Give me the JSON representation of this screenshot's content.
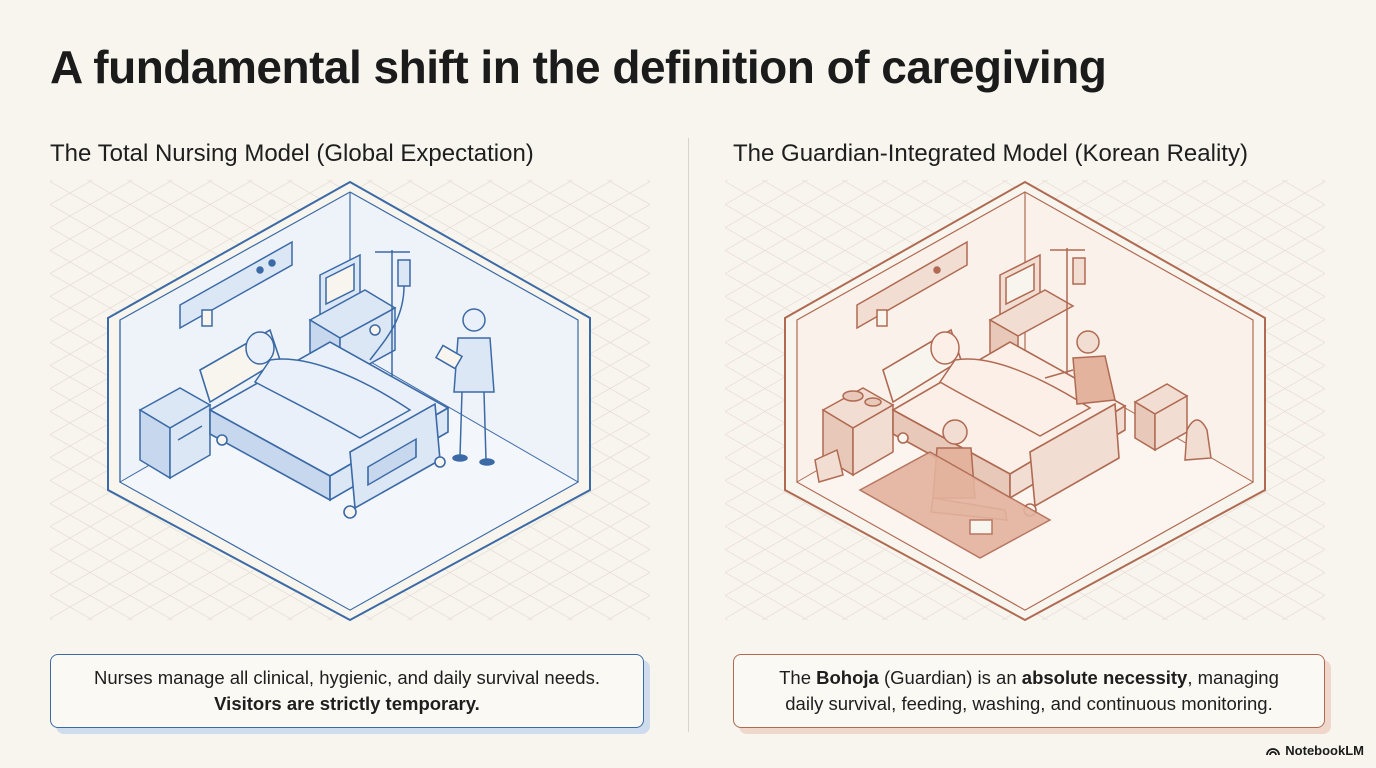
{
  "title": "A fundamental shift in the definition of caregiving",
  "left": {
    "heading": "The Total Nursing Model (Global Expectation)",
    "caption_line1": "Nurses manage all clinical, hygienic, and daily survival needs.",
    "caption_line2": "Visitors are strictly temporary."
  },
  "right": {
    "heading": "The Guardian-Integrated Model (Korean Reality)",
    "caption_t1": "The ",
    "caption_b1": "Bohoja",
    "caption_t2": " (Guardian) is an ",
    "caption_b2": "absolute necessity",
    "caption_t3": ", managing",
    "caption_line2": "daily survival, feeding, washing, and continuous monitoring."
  },
  "brand": {
    "label": "NotebookLM",
    "icon": "notebooklm-logo-icon"
  },
  "colors": {
    "left_accent": "#3b6aa6",
    "left_fill": "#dce7f5",
    "right_accent": "#b06a52",
    "right_fill": "#f1ddd2",
    "background": "#f8f5ee"
  }
}
